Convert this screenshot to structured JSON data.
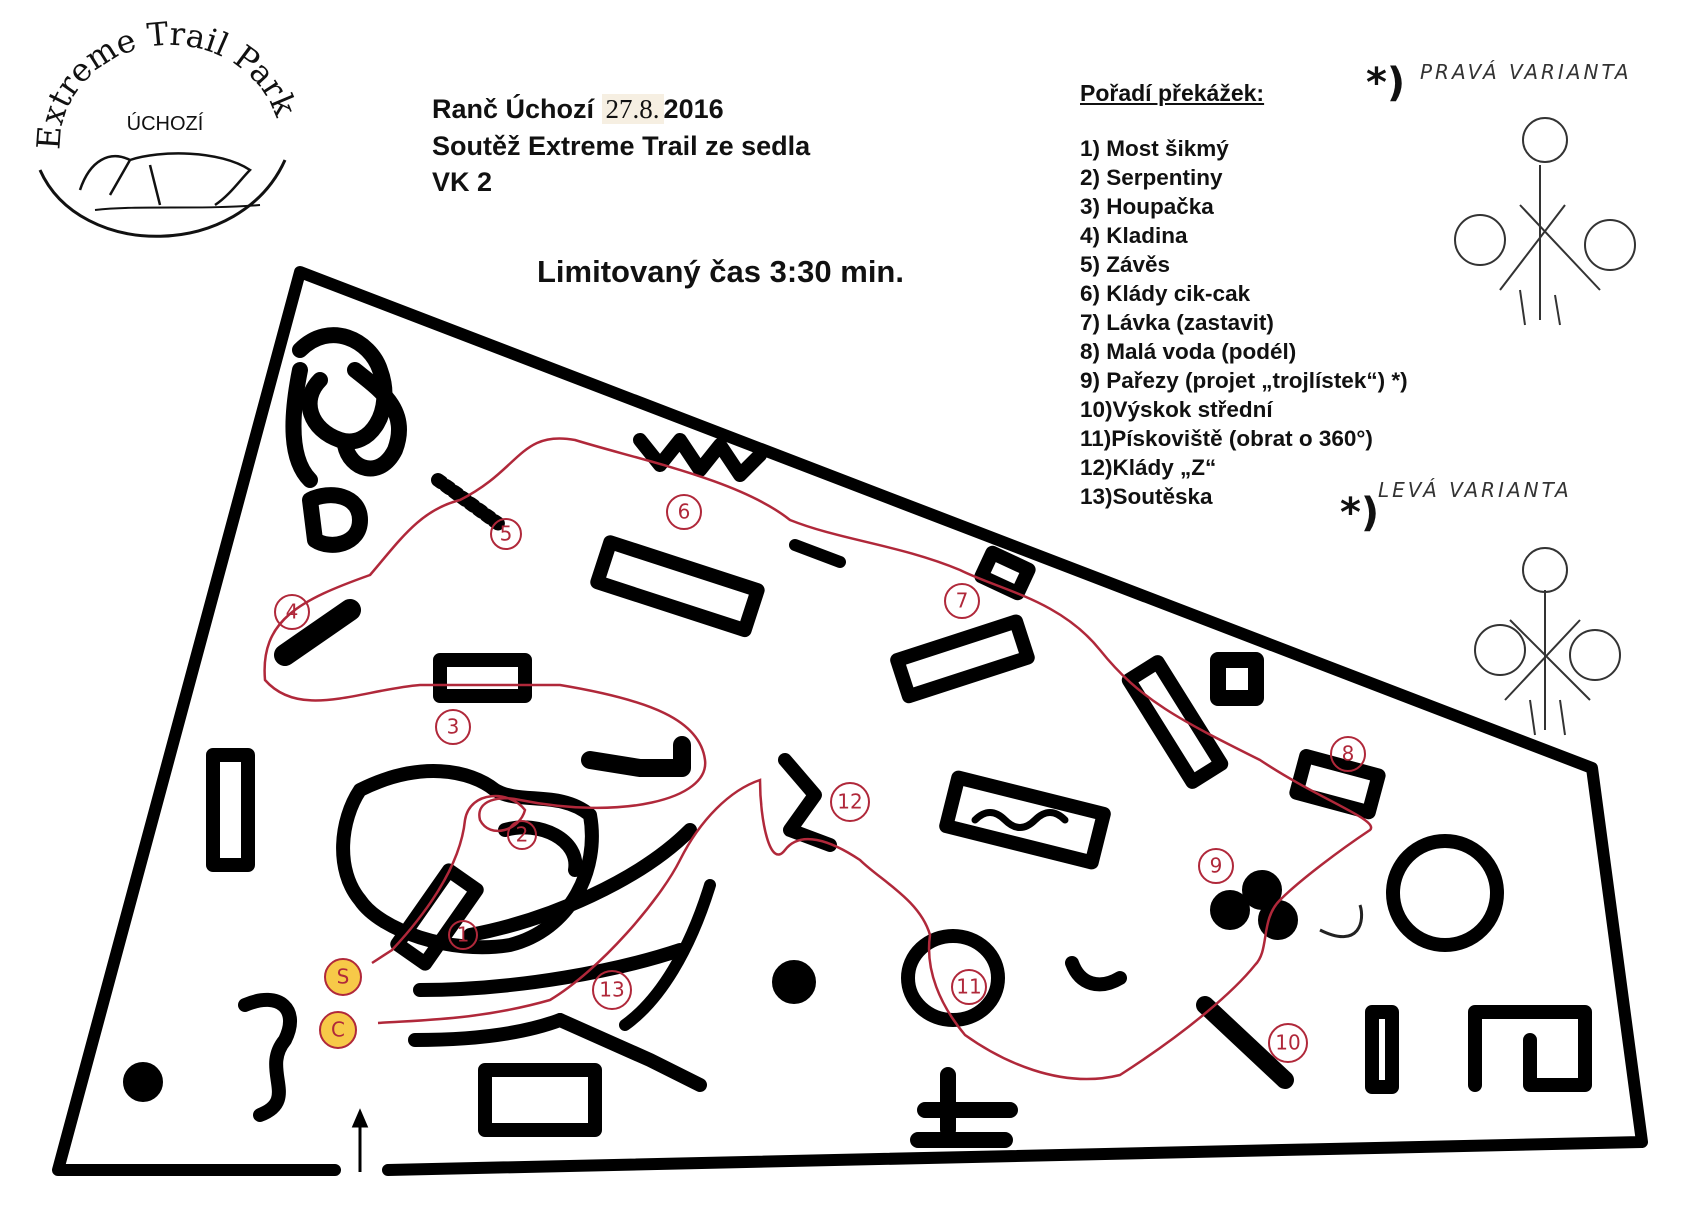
{
  "logo": {
    "arc_text": "Extreme Trail Park",
    "sub_text": "ÚCHOZÍ"
  },
  "header": {
    "line1_prefix": "Ranč Úchozí",
    "date": "27.8.",
    "year": "2016",
    "line2": "Soutěž Extreme Trail ze sedla",
    "line3": "VK 2"
  },
  "time_limit": "Limitovaný čas 3:30 min.",
  "obstacle_order": {
    "title": "Pořadí překážek:",
    "items": [
      "1)  Most šikmý",
      "2)  Serpentiny",
      "3)  Houpačka",
      "4)  Kladina",
      "5)  Závěs",
      "6)  Klády cik-cak",
      "7)  Lávka (zastavit)",
      "8)  Malá voda (podél)",
      "9)  Pařezy (projet „trojlístek“)",
      "10)Výskok střední",
      "11)Pískoviště (obrat o 360°)",
      "12)Klády „Z“",
      "13)Soutěska"
    ]
  },
  "variants": {
    "right_label": "PRAVÁ VARIANTA",
    "left_label": "LEVÁ VARIANTA",
    "star": "*)"
  },
  "map": {
    "start_label": "S",
    "finish_label": "C",
    "route_color": "#b0283a",
    "marker_color": "#f7c948",
    "numbers": [
      "1",
      "2",
      "3",
      "4",
      "5",
      "6",
      "7",
      "8",
      "9",
      "10",
      "11",
      "12",
      "13"
    ]
  }
}
